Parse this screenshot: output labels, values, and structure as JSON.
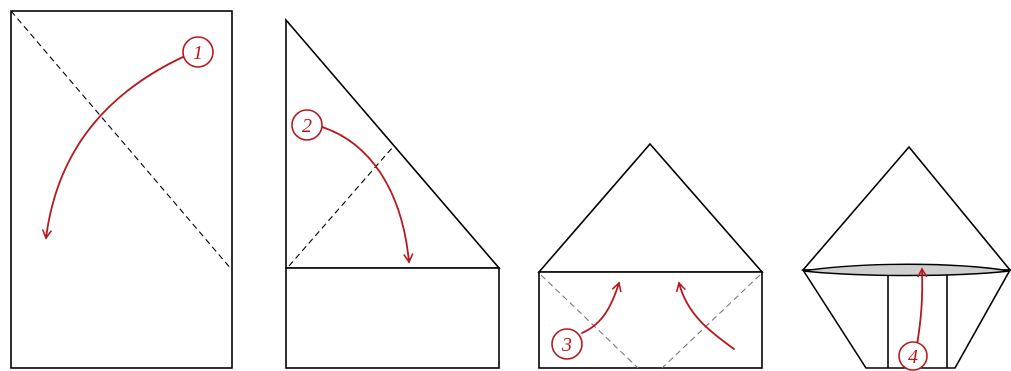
{
  "colors": {
    "line": "#000000",
    "accent": "#b5191e"
  },
  "steps": [
    {
      "label": "1"
    },
    {
      "label": "2"
    },
    {
      "label": "3"
    },
    {
      "label": "4"
    }
  ]
}
